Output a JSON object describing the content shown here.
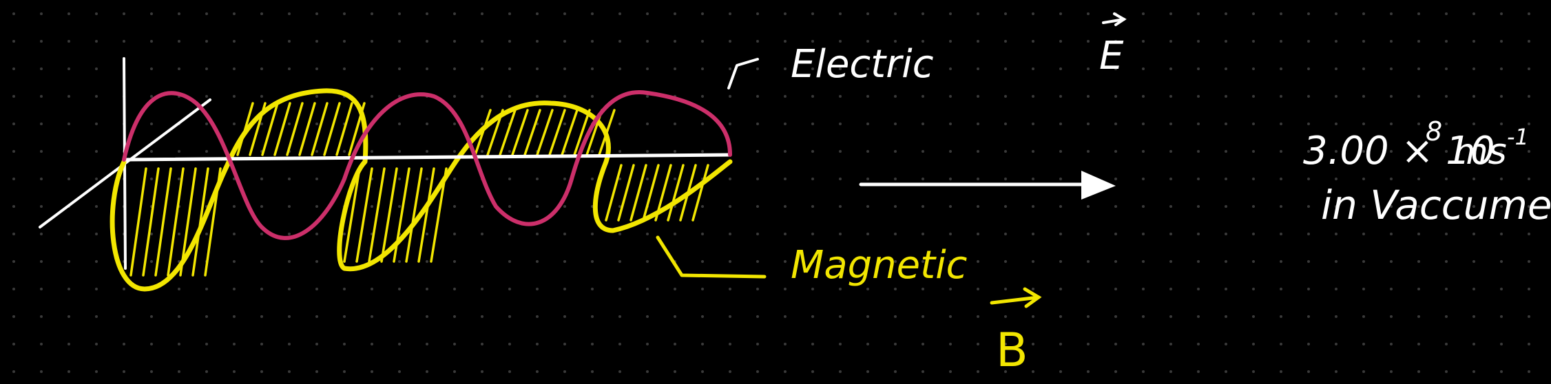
{
  "labels": {
    "electric": "Electric",
    "magnetic": "Magnetic",
    "e_vector": "E",
    "b_vector": "B",
    "speed_value": "3.00 × 10",
    "speed_exponent": "8",
    "speed_unit": "ms",
    "speed_unit_exponent": "-1",
    "medium": "in Vaccume"
  },
  "colors": {
    "background": "#000000",
    "grid_dot": "#3a3a3a",
    "electric_wave": "#cc2f6a",
    "magnetic_wave": "#f2e600",
    "ink": "#ffffff"
  }
}
